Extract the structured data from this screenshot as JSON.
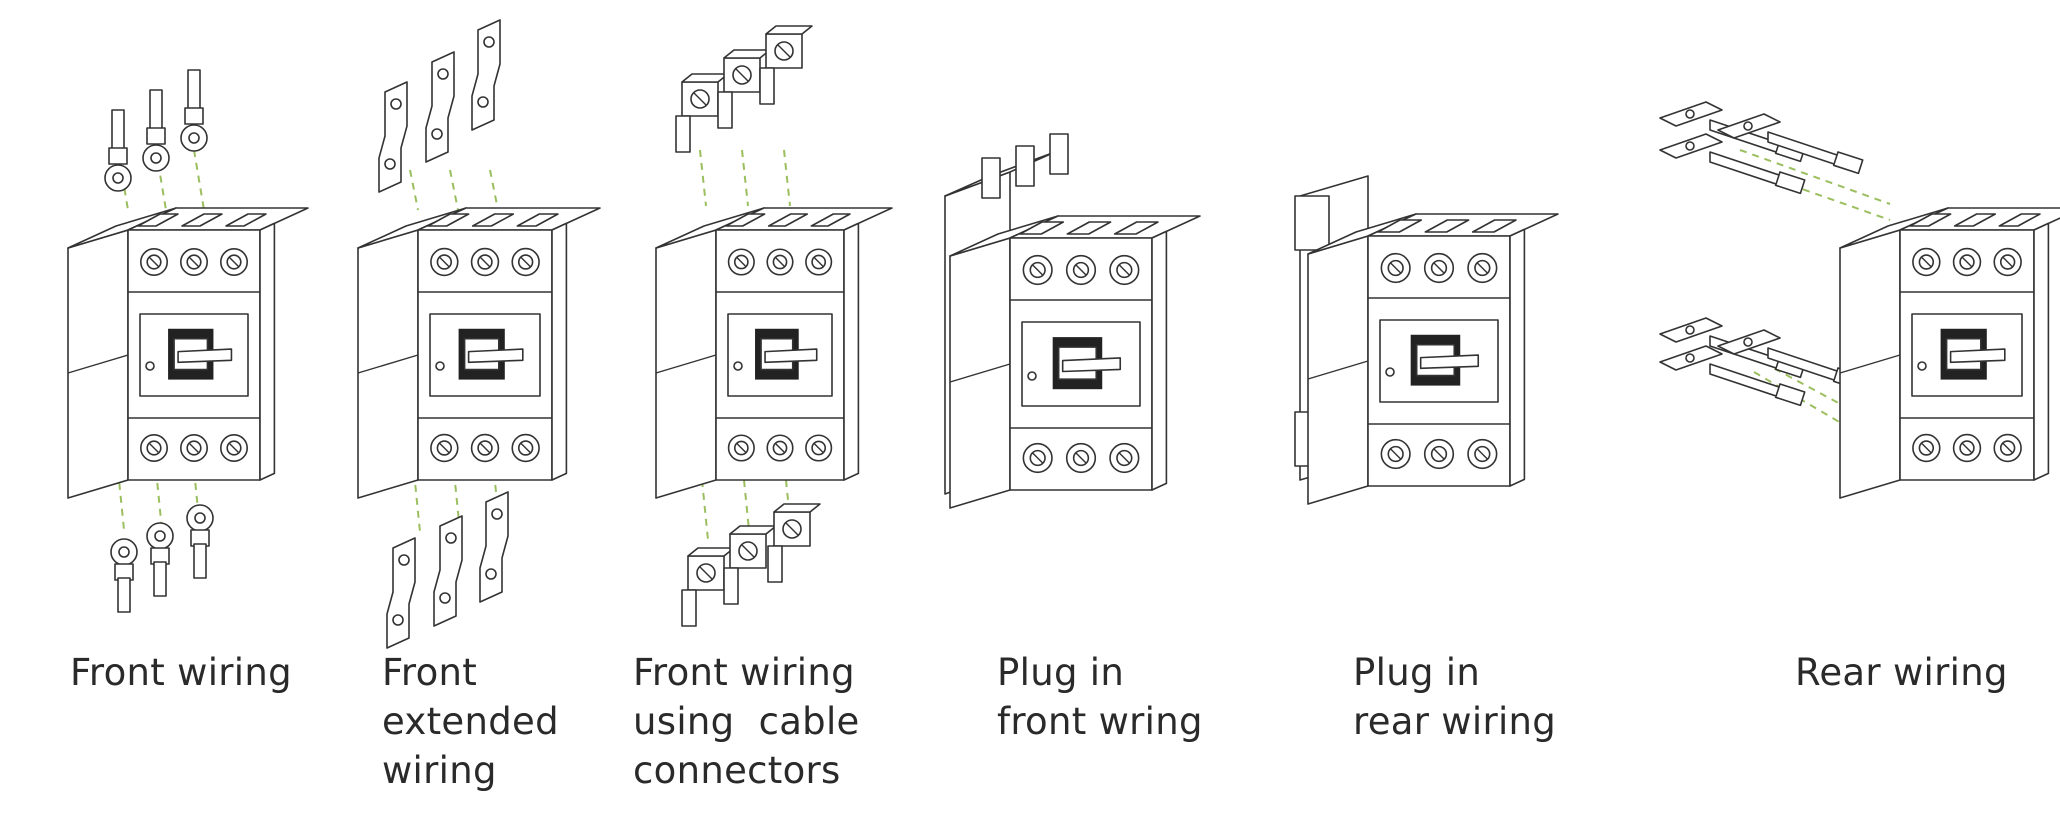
{
  "colors": {
    "line": "#333333",
    "fill": "#ffffff",
    "shade": "#e6e6e6",
    "dark": "#222222",
    "guide": "#9bbf5e"
  },
  "panels": [
    {
      "name": "front-wiring",
      "caption": [
        "Front wiring"
      ],
      "terminal": "ring-lug"
    },
    {
      "name": "front-extended-wiring",
      "caption": [
        "Front",
        "extended",
        "wiring"
      ],
      "terminal": "extension-bar"
    },
    {
      "name": "front-wiring-cable-connectors",
      "caption": [
        "Front wiring",
        "using  cable",
        "connectors"
      ],
      "terminal": "cable-connector"
    },
    {
      "name": "plug-in-front-wiring",
      "caption": [
        "Plug in",
        "front wring"
      ],
      "terminal": "plug-in-base"
    },
    {
      "name": "plug-in-rear-wiring",
      "caption": [
        "Plug in",
        "rear wiring"
      ],
      "terminal": "plug-in-rear"
    },
    {
      "name": "rear-wiring",
      "caption": [
        "Rear wiring"
      ],
      "terminal": "rear-stud"
    }
  ]
}
